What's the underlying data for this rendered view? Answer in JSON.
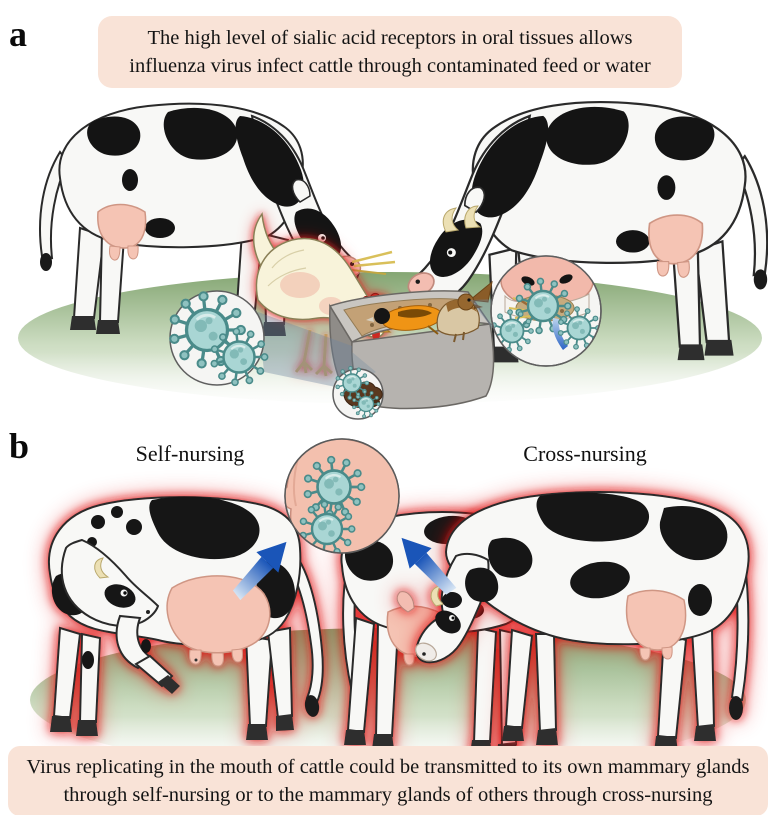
{
  "panel_a": {
    "label": "a",
    "caption": {
      "lines": [
        "The high level of sialic acid receptors in oral tissues allows",
        "influenza virus infect cattle through contaminated feed or water"
      ]
    }
  },
  "panel_b": {
    "label": "b",
    "scene_labels": {
      "left": "Self-nursing",
      "right": "Cross-nursing"
    },
    "caption": {
      "lines": [
        "Virus replicating in the mouth of cattle could be transmitted to its own mammary glands",
        "through self-nursing or to the mammary glands of others through cross-nursing"
      ]
    }
  },
  "colors": {
    "caption_box_bg": "#f9e3d7",
    "virus_teal": "#a9d6d4",
    "virus_outline": "#4a8b8a",
    "infection_glow_red": "#e01212",
    "arrow_blue": "#1a55b8",
    "ground_green": "#84a673",
    "udder_pink": "#f5c4b4",
    "cow_patch_black": "#141414",
    "trough_gray": "#b6b3af",
    "feed_tan": "#c3a176",
    "chicken_cream": "#f8f3da"
  }
}
